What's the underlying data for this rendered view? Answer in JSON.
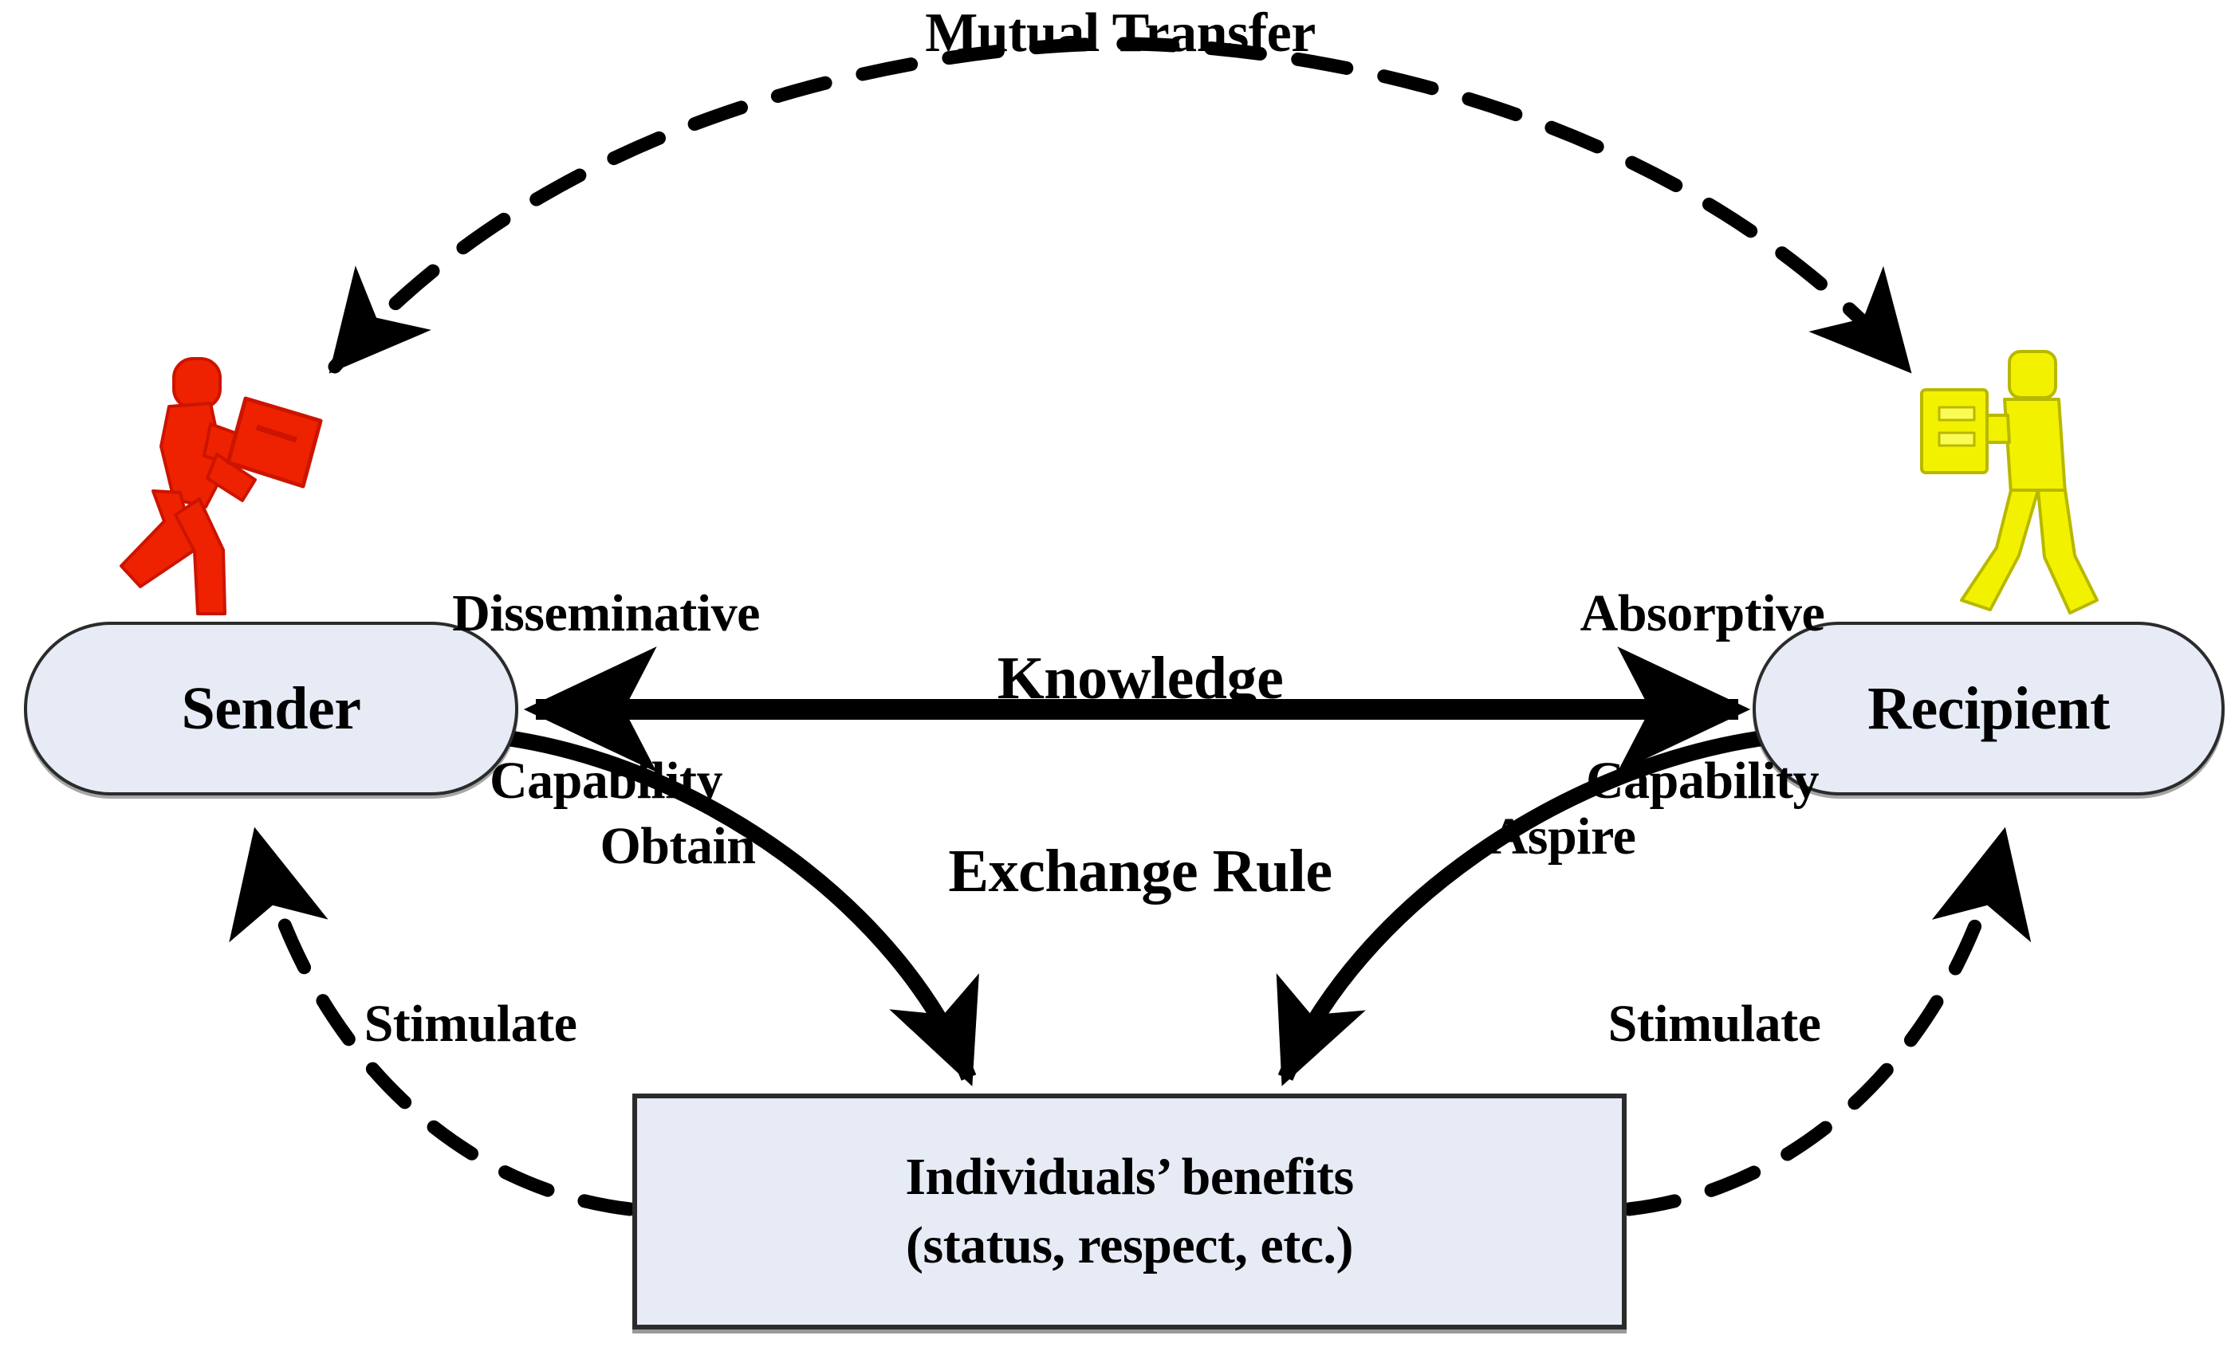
{
  "diagram": {
    "title_label": "Mutual Transfer",
    "center_label": "Knowledge\nExchange Rule",
    "center_label_line1": "Knowledge",
    "center_label_line2": "Exchange Rule",
    "nodes": {
      "sender": {
        "label": "Sender",
        "shape": "rounded-pill",
        "fill": "#e6ebf6",
        "stroke": "#2b2b2b"
      },
      "recipient": {
        "label": "Recipient",
        "shape": "rounded-pill",
        "fill": "#e6ebf6",
        "stroke": "#2b2b2b"
      },
      "benefits": {
        "line1": "Individuals’  benefits",
        "line2": "(status, respect, etc.)",
        "shape": "rectangle",
        "fill": "#e6ebf6",
        "stroke": "#2b2b2b"
      }
    },
    "capability_labels": {
      "left_line1": "Disseminative",
      "left_line2": "Capability",
      "right_line1": "Absorptive",
      "right_line2": "Capability"
    },
    "edge_labels": {
      "obtain": "Obtain",
      "aspire": "Aspire",
      "stimulate_left": "Stimulate",
      "stimulate_right": "Stimulate"
    },
    "figures": {
      "sender_figure": {
        "name": "person-carrying-box-icon",
        "color": "#ee2200"
      },
      "recipient_figure": {
        "name": "person-walking-with-briefcase-icon",
        "color": "#f2f200"
      }
    },
    "edges": [
      {
        "name": "mutual-transfer-arc",
        "from": "recipient",
        "to": "sender",
        "style": "dashed",
        "arrows": "both",
        "label": "Mutual Transfer"
      },
      {
        "name": "knowledge-exchange-arrow",
        "from": "sender",
        "to": "recipient",
        "style": "solid",
        "arrows": "both",
        "label": "Knowledge Exchange Rule"
      },
      {
        "name": "obtain-curve",
        "from": "sender",
        "to": "benefits",
        "style": "solid",
        "arrows": "end",
        "label": "Obtain"
      },
      {
        "name": "aspire-curve",
        "from": "recipient",
        "to": "benefits",
        "style": "solid",
        "arrows": "end",
        "label": "Aspire"
      },
      {
        "name": "stimulate-left-arc",
        "from": "benefits",
        "to": "sender",
        "style": "dashed",
        "arrows": "end",
        "label": "Stimulate"
      },
      {
        "name": "stimulate-right-arc",
        "from": "benefits",
        "to": "recipient",
        "style": "dashed",
        "arrows": "end",
        "label": "Stimulate"
      }
    ],
    "colors": {
      "node_fill": "#e6ebf6",
      "node_stroke": "#2b2b2b",
      "line": "#000000",
      "sender_figure": "#ee2200",
      "recipient_figure": "#f2f200",
      "background": "#ffffff"
    }
  }
}
